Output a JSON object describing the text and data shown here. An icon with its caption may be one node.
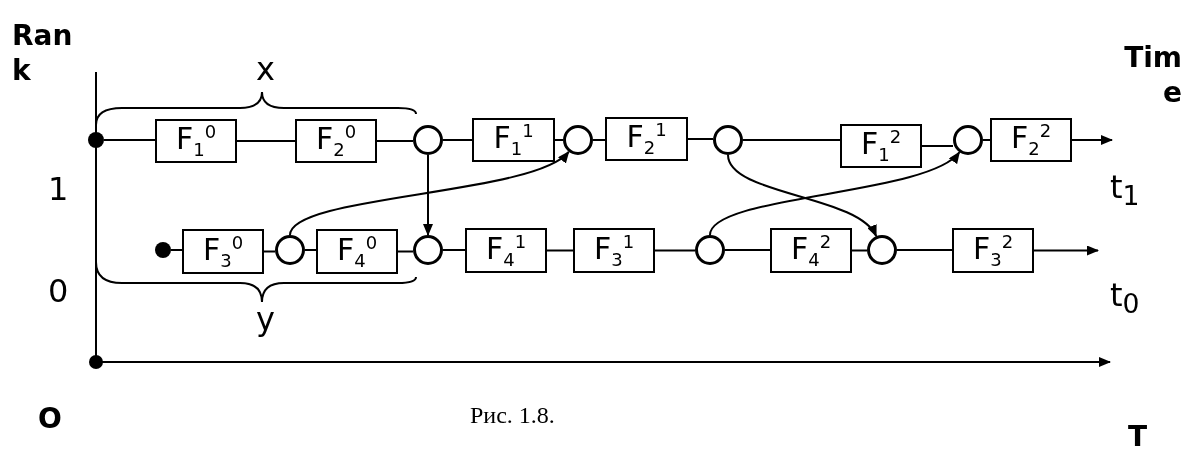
{
  "diagram": {
    "caption": "Рис. 1.8.",
    "nodes": [
      {
        "text": [],
        "shape": "circle"
      },
      {
        "text": [
          "F$_{1}$$^{0}$"
        ]
      },
      {
        "text": [
          "F$_{2}$$^{0}$"
        ]
      },
      {
        "text": [],
        "shape": "circle"
      },
      {
        "text": [
          "F$_{1}$$^{1}$"
        ]
      },
      {
        "text": [],
        "shape": "circle"
      },
      {
        "text": [
          "F$_{2}$$^{1}$"
        ]
      },
      {
        "text": [],
        "shape": "circle"
      },
      {
        "text": [
          "F$_{1}$$^{2}$"
        ]
      },
      {
        "text": [],
        "shape": "circle"
      },
      {
        "text": [
          "F$_{2}$$^{2}$"
        ]
      },
      {
        "text": [],
        "shape": "circle"
      },
      {
        "text": [
          "F$_{3}$$^{0}$"
        ]
      },
      {
        "text": [],
        "shape": "circle"
      },
      {
        "text": [
          "F$_{4}$$^{0}$"
        ]
      },
      {
        "text": [],
        "shape": "circle"
      },
      {
        "text": [
          "F$_{4}$$^{1}$"
        ]
      },
      {
        "text": [
          "F$_{3}$$^{1}$"
        ]
      },
      {
        "text": [],
        "shape": "circle"
      },
      {
        "text": [
          "F$_{4}$$^{2}$"
        ]
      },
      {
        "text": [],
        "shape": "circle"
      },
      {
        "text": [
          "F$_{3}$$^{2}$"
        ]
      }
    ],
    "edges": [
      {
        "from": 0,
        "to": 1,
        "arrow": "none"
      },
      {
        "from": 1,
        "to": 2,
        "arrow": "none"
      },
      {
        "from": 2,
        "to": 3,
        "arrow": "none"
      },
      {
        "from": 3,
        "to": 4,
        "arrow": "none"
      },
      {
        "from": 4,
        "to": 5,
        "arrow": "none"
      },
      {
        "from": 5,
        "to": 6,
        "arrow": "none"
      },
      {
        "from": 6,
        "to": 7,
        "arrow": "none"
      },
      {
        "from": 7,
        "to": 8,
        "arrow": "none"
      },
      {
        "from": 8,
        "to": 9,
        "arrow": "none"
      },
      {
        "from": 9,
        "to": 10,
        "arrow": "none"
      },
      {
        "from": 10,
        "to": null,
        "arrow": "to"
      },
      {
        "from": 11,
        "to": 12,
        "arrow": "none"
      },
      {
        "from": 12,
        "to": 13,
        "arrow": "none"
      },
      {
        "from": 13,
        "to": 14,
        "arrow": "none"
      },
      {
        "from": 14,
        "to": 15,
        "arrow": "none"
      },
      {
        "from": 15,
        "to": 16,
        "arrow": "none"
      },
      {
        "from": 16,
        "to": 17,
        "arrow": "none"
      },
      {
        "from": 17,
        "to": 18,
        "arrow": "none"
      },
      {
        "from": 18,
        "to": 19,
        "arrow": "none"
      },
      {
        "from": 19,
        "to": 20,
        "arrow": "none"
      },
      {
        "from": 20,
        "to": 21,
        "arrow": "none"
      },
      {
        "from": 21,
        "to": null,
        "arrow": "to"
      },
      {
        "from": 3,
        "to": 15,
        "arrow": "to"
      },
      {
        "from": 13,
        "to": 5,
        "arrow": "to"
      },
      {
        "from": 7,
        "to": 20,
        "arrow": "to"
      },
      {
        "from": 18,
        "to": 9,
        "arrow": "to"
      }
    ],
    "labels": [
      "Rank",
      "x",
      "Time",
      "1",
      "t$_{1}$",
      "0",
      "y",
      "t$_{0}$",
      "O",
      "T"
    ]
  }
}
